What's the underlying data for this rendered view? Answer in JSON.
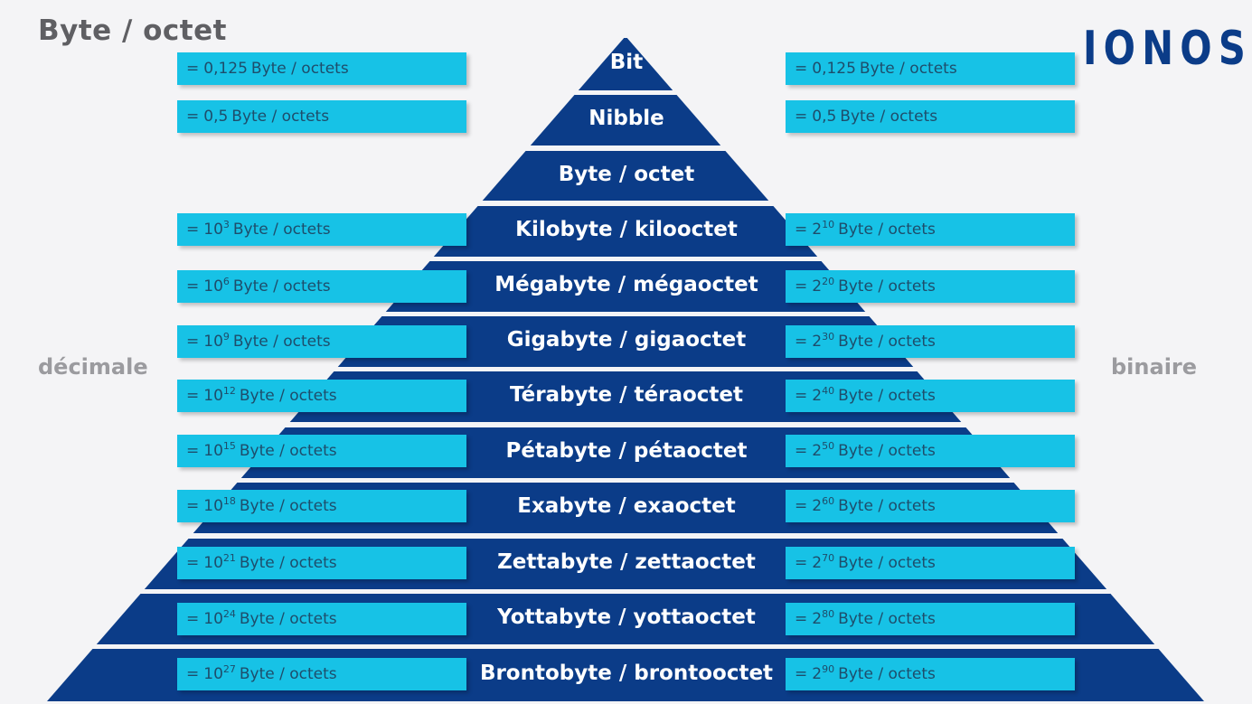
{
  "title": "Byte / octet",
  "brand": "IONOS",
  "side_labels": {
    "left": "décimale",
    "right": "binaire"
  },
  "levels": [
    {
      "name": "Bit",
      "decimal": {
        "eq": "=",
        "base": "0,125",
        "exp": "",
        "unit": "Byte / octets"
      },
      "binary": {
        "eq": "=",
        "base": "0,125",
        "exp": "",
        "unit": "Byte / octets"
      }
    },
    {
      "name": "Nibble",
      "decimal": {
        "eq": "=",
        "base": "0,5",
        "exp": "",
        "unit": "Byte / octets"
      },
      "binary": {
        "eq": "=",
        "base": "0,5",
        "exp": "",
        "unit": "Byte / octets"
      }
    },
    {
      "name": "Byte / octet",
      "decimal": null,
      "binary": null
    },
    {
      "name": "Kilobyte / kilooctet",
      "decimal": {
        "eq": "=",
        "base": "10",
        "exp": "3",
        "unit": "Byte / octets"
      },
      "binary": {
        "eq": "=",
        "base": "2",
        "exp": "10",
        "unit": "Byte / octets"
      }
    },
    {
      "name": "Mégabyte / mégaoctet",
      "decimal": {
        "eq": "=",
        "base": "10",
        "exp": "6",
        "unit": "Byte / octets"
      },
      "binary": {
        "eq": "=",
        "base": "2",
        "exp": "20",
        "unit": "Byte / octets"
      }
    },
    {
      "name": "Gigabyte / gigaoctet",
      "decimal": {
        "eq": "=",
        "base": "10",
        "exp": "9",
        "unit": "Byte / octets"
      },
      "binary": {
        "eq": "=",
        "base": "2",
        "exp": "30",
        "unit": "Byte / octets"
      }
    },
    {
      "name": "Térabyte / téraoctet",
      "decimal": {
        "eq": "=",
        "base": "10",
        "exp": "12",
        "unit": "Byte / octets"
      },
      "binary": {
        "eq": "=",
        "base": "2",
        "exp": "40",
        "unit": "Byte / octets"
      }
    },
    {
      "name": "Pétabyte / pétaoctet",
      "decimal": {
        "eq": "=",
        "base": "10",
        "exp": "15",
        "unit": "Byte / octets"
      },
      "binary": {
        "eq": "=",
        "base": "2",
        "exp": "50",
        "unit": "Byte / octets"
      }
    },
    {
      "name": "Exabyte / exaoctet",
      "decimal": {
        "eq": "=",
        "base": "10",
        "exp": "18",
        "unit": "Byte / octets"
      },
      "binary": {
        "eq": "=",
        "base": "2",
        "exp": "60",
        "unit": "Byte / octets"
      }
    },
    {
      "name": "Zettabyte / zettaoctet",
      "decimal": {
        "eq": "=",
        "base": "10",
        "exp": "21",
        "unit": "Byte / octets"
      },
      "binary": {
        "eq": "=",
        "base": "2",
        "exp": "70",
        "unit": "Byte / octets"
      }
    },
    {
      "name": "Yottabyte / yottaoctet",
      "decimal": {
        "eq": "=",
        "base": "10",
        "exp": "24",
        "unit": "Byte / octets"
      },
      "binary": {
        "eq": "=",
        "base": "2",
        "exp": "80",
        "unit": "Byte / octets"
      }
    },
    {
      "name": "Brontobyte / brontooctet",
      "decimal": {
        "eq": "=",
        "base": "10",
        "exp": "27",
        "unit": "Byte / octets"
      },
      "binary": {
        "eq": "=",
        "base": "2",
        "exp": "90",
        "unit": "Byte / octets"
      }
    }
  ],
  "colors": {
    "background": "#f4f4f6",
    "pyramid": "#0b3c88",
    "value_box": "#17c2e6",
    "value_text": "#1e4d6b",
    "side_label": "#9b9b9f",
    "title": "#5f5f63",
    "brand": "#0b3c88"
  }
}
